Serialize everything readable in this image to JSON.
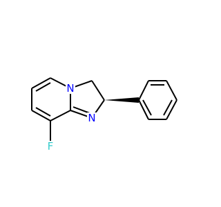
{
  "molecule": {
    "atoms": {
      "nitrogen_bridgehead": {
        "symbol": "N",
        "color": "#0000ff"
      },
      "nitrogen_imine": {
        "symbol": "N",
        "color": "#0000ff"
      },
      "fluorine": {
        "symbol": "F",
        "color": "#33cccc"
      }
    },
    "stereo_bond": "wedge",
    "bond_color": "#000000"
  }
}
